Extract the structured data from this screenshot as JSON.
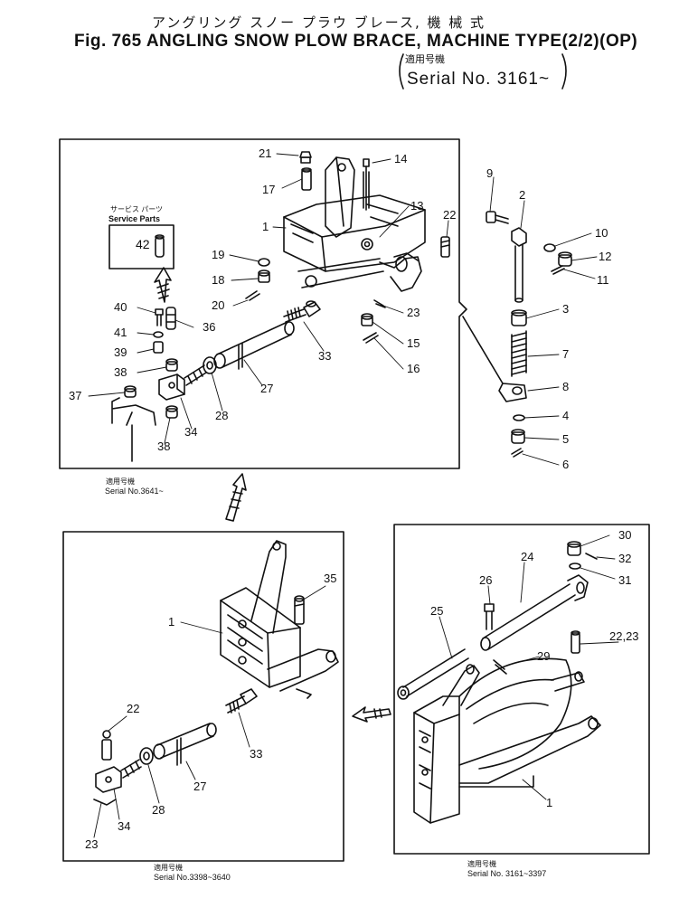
{
  "header": {
    "title_jp": "アングリング スノー プラウ ブレース, 機 械 式",
    "title_en": "Fig. 765 ANGLING SNOW PLOW BRACE, MACHINE TYPE(2/2)(OP)",
    "serial_jp": "適用号機",
    "serial_en": "Serial No. 3161~"
  },
  "panels": {
    "top": {
      "serial_jp": "適用号機",
      "serial_en": "Serial No.3641~",
      "service_parts_jp": "サービス パーツ",
      "service_parts_en": "Service Parts",
      "service_part_no": "42"
    },
    "bottom_left": {
      "serial_jp": "適用号機",
      "serial_en": "Serial No.3398~3640"
    },
    "bottom_right": {
      "serial_jp": "適用号機",
      "serial_en": "Serial No. 3161~3397"
    }
  },
  "callouts": {
    "top": [
      "21",
      "14",
      "17",
      "13",
      "22",
      "1",
      "19",
      "18",
      "20",
      "23",
      "40",
      "36",
      "41",
      "39",
      "38",
      "33",
      "15",
      "16",
      "37",
      "28",
      "27",
      "34",
      "38"
    ],
    "side": [
      "9",
      "2",
      "10",
      "12",
      "11",
      "3",
      "7",
      "8",
      "4",
      "5",
      "6"
    ],
    "bottom_left": [
      "35",
      "1",
      "22",
      "33",
      "27",
      "28",
      "34",
      "23"
    ],
    "bottom_right": [
      "30",
      "32",
      "31",
      "24",
      "26",
      "25",
      "22,23",
      "29",
      "1"
    ]
  },
  "colors": {
    "ink": "#111111",
    "paper": "#ffffff"
  }
}
